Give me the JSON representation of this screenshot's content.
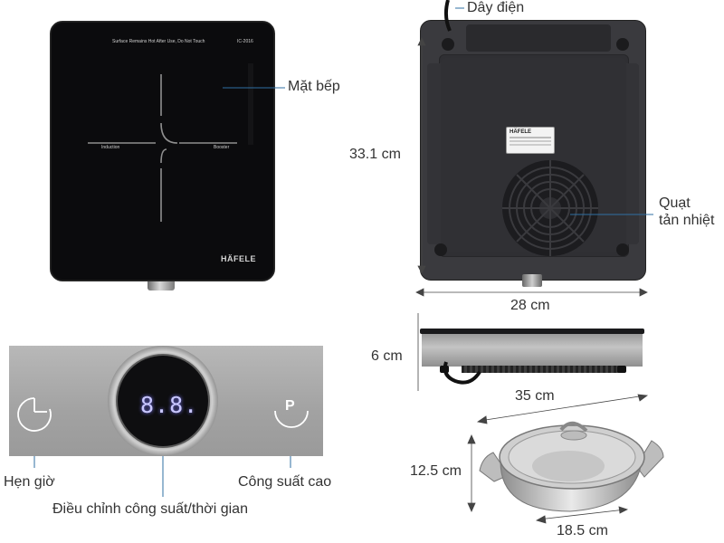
{
  "cooktop_top": {
    "warning_text": "Surface Remains Hot After Use, Do Not Touch",
    "model_text": "IC-2016",
    "zone_left_label": "Induction",
    "zone_right_label": "Booster",
    "brand": "HÄFELE",
    "label_surface": "Mặt bếp"
  },
  "cooktop_bottom": {
    "label_cable": "Dây điện",
    "label_fan": "Quạt\ntản nhiệt",
    "rating_brand": "HÄFELE",
    "height": "33.1 cm",
    "width": "28 cm"
  },
  "side_view": {
    "thickness": "6 cm",
    "depth": "35 cm"
  },
  "pot": {
    "height": "12.5 cm",
    "diameter": "18.5 cm"
  },
  "control_panel": {
    "display_value": "8.8.",
    "label_timer": "Hẹn giờ",
    "label_power_time": "Điều chỉnh công suất/thời gian",
    "label_high_power": "Công suất cao",
    "power_key_glyph": "P"
  },
  "colors": {
    "glass": "#0b0b0d",
    "base": "#2f2f33",
    "panel": "#a7a7a7",
    "display": "#c9c7ff"
  }
}
